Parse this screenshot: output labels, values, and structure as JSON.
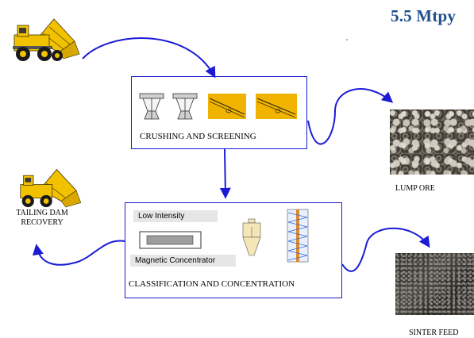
{
  "title": "5.5 Mtpy",
  "crushing": {
    "caption": "CRUSHING AND SCREENING"
  },
  "classification": {
    "caption": "CLASSIFICATION AND  CONCENTRATION",
    "low_intensity_label": "Low  Intensity",
    "magnetic_label": "Magnetic Concentrator"
  },
  "tailing": {
    "line1": "TAILING DAM",
    "line2": "RECOVERY"
  },
  "products": {
    "lump": "LUMP ORE",
    "sinter": "SINTER FEED"
  },
  "colors": {
    "arrow": "#1b1bd6",
    "box_border": "#1b1bd6",
    "title": "#1f4e8c",
    "truck": "#f2c200",
    "screen": "#f0b400"
  }
}
